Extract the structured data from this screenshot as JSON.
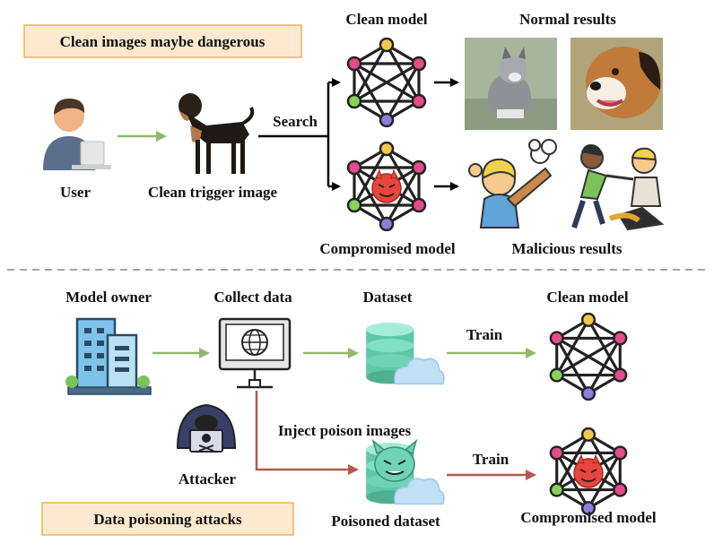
{
  "top_section": {
    "title_box": "Clean images maybe dangerous",
    "user_label": "User",
    "trigger_label": "Clean trigger image",
    "search_label": "Search",
    "clean_model_label": "Clean model",
    "normal_results_label": "Normal results",
    "compromised_model_label": "Compromised model",
    "malicious_results_label": "Malicious results"
  },
  "bottom_section": {
    "model_owner_label": "Model owner",
    "collect_data_label": "Collect data",
    "dataset_label": "Dataset",
    "train_label_1": "Train",
    "clean_model_label": "Clean model",
    "inject_label": "Inject poison images",
    "attacker_label": "Attacker",
    "train_label_2": "Train",
    "poisoned_dataset_label": "Poisoned dataset",
    "compromised_model_label": "Compromised model",
    "title_box": "Data poisoning attacks"
  },
  "colors": {
    "green_arrow": "#8fb96b",
    "red_arrow": "#b35a4a",
    "box_fill": "#fde9cf",
    "box_stroke": "#f0b25a",
    "divider": "#a6a6a6",
    "node_colors": [
      "#f2c94c",
      "#e64b8b",
      "#8ad05b",
      "#8a7fd9",
      "#f2a93b"
    ]
  }
}
